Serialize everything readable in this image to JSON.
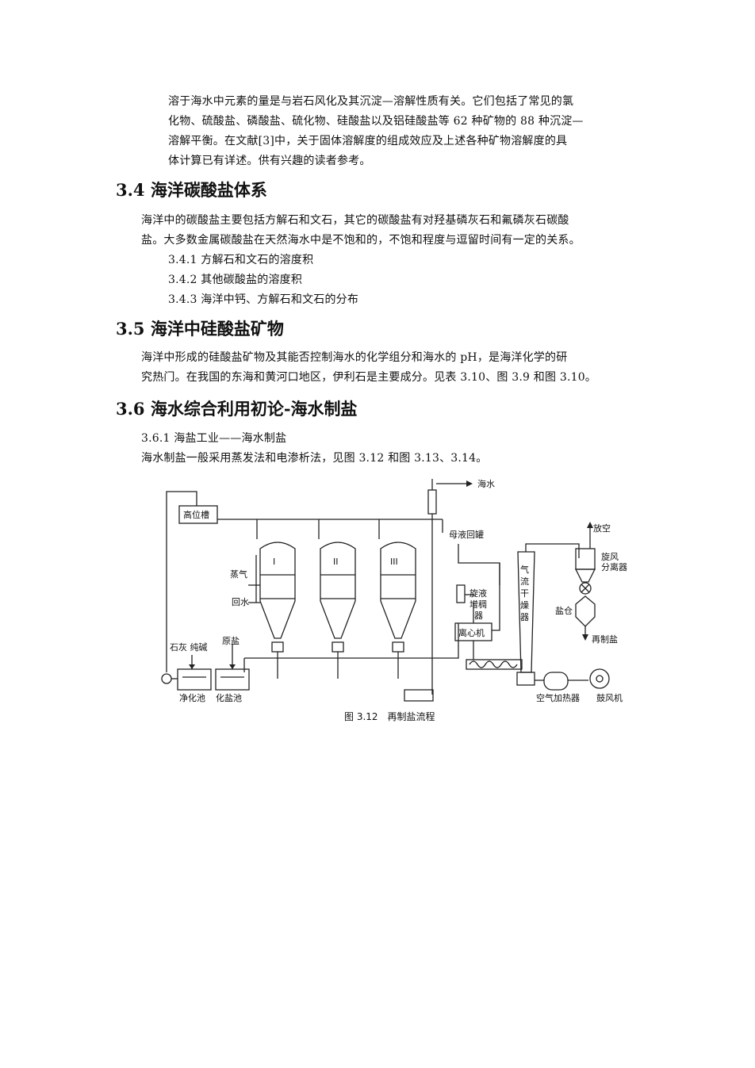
{
  "intro": {
    "lines": [
      "溶于海水中元素的量是与岩石风化及其沉淀—溶解性质有关。它们包括了常见的氯",
      "化物、硫酸盐、磷酸盐、硫化物、硅酸盐以及铝硅酸盐等 62 种矿物的 88 种沉淀—",
      "溶解平衡。在文献[3]中，关于固体溶解度的组成效应及上述各种矿物溶解度的具",
      "体计算已有详述。供有兴趣的读者参考。"
    ]
  },
  "sec34": {
    "title": "3.4 海洋碳酸盐体系",
    "lines": [
      "海洋中的碳酸盐主要包括方解石和文石，其它的碳酸盐有对羟基磷灰石和氟磷灰石碳酸",
      "盐。大多数金属碳酸盐在天然海水中是不饱和的，不饱和程度与逗留时间有一定的关系。"
    ],
    "sub": [
      "3.4.1 方解石和文石的溶度积",
      "3.4.2 其他碳酸盐的溶度积",
      "3.4.3 海洋中钙、方解石和文石的分布"
    ]
  },
  "sec35": {
    "title": "3.5 海洋中硅酸盐矿物",
    "lines": [
      "海洋中形成的硅酸盐矿物及其能否控制海水的化学组分和海水的 pH，是海洋化学的研",
      "究热门。在我国的东海和黄河口地区，伊利石是主要成分。见表 3.10、图 3.9 和图 3.10。"
    ]
  },
  "sec36": {
    "title": "3.6 海水综合利用初论-海水制盐",
    "sub": "3.6.1 海盐工业——海水制盐",
    "line": "海水制盐一般采用蒸发法和电渗析法，见图 3.12 和图 3.13、3.14。"
  },
  "figure": {
    "caption": "图 3.12　再制盐流程",
    "labels": {
      "seawater": "海水",
      "high_tank": "高位槽",
      "mother_tank": "母液回罐",
      "vent": "放空",
      "cyclone_1": "旋风",
      "cyclone_2": "分离器",
      "steam": "蒸气",
      "return_water": "回水",
      "dryer": [
        "气",
        "流",
        "干",
        "燥",
        "器"
      ],
      "thickener": [
        "旋液",
        "增稠",
        "器"
      ],
      "salt_bin": "盐仓",
      "centrifuge": "离心机",
      "lime_soda": "石灰 纯碱",
      "raw_salt": "原盐",
      "resalt": "再制盐",
      "purify_pool": "净化池",
      "dissolve_pool": "化盐池",
      "air_heater": "空气加热器",
      "blower": "鼓风机",
      "ev1": "I",
      "ev2": "II",
      "ev3": "III"
    }
  }
}
